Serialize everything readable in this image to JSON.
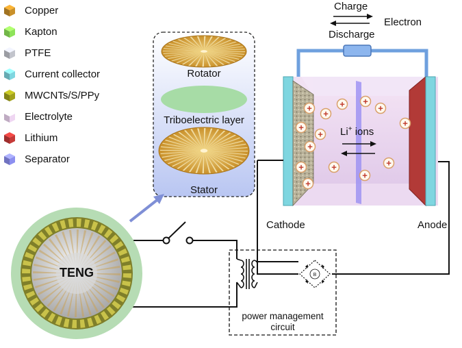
{
  "legend": [
    {
      "label": "Copper",
      "color": "#c9902a"
    },
    {
      "label": "Kapton",
      "color": "#8ee35a"
    },
    {
      "label": "PTFE",
      "color": "#c2c4cc"
    },
    {
      "label": "Current collector",
      "color": "#7fd6e0"
    },
    {
      "label": "MWCNTs/S/PPy",
      "color": "#a2a21c"
    },
    {
      "label": "Electrolyte",
      "color": "#efd6f2"
    },
    {
      "label": "Lithium",
      "color": "#c53a38"
    },
    {
      "label": "Separator",
      "color": "#8c8ff0"
    }
  ],
  "inset": {
    "rotator": "Rotator",
    "triboelectric": "Triboelectric layer",
    "stator": "Stator"
  },
  "battery": {
    "charge": "Charge",
    "discharge": "Discharge",
    "electron": "Electron",
    "ion_label_main": "Li",
    "ion_label_sup": "+",
    "ion_label_rest": " ions",
    "ion_symbol": "+",
    "cathode": "Cathode",
    "anode": "Anode"
  },
  "teng": {
    "label": "TENG"
  },
  "circuit": {
    "label_line1": "power management",
    "label_line2": "circuit",
    "bridge_symbol": "B"
  }
}
